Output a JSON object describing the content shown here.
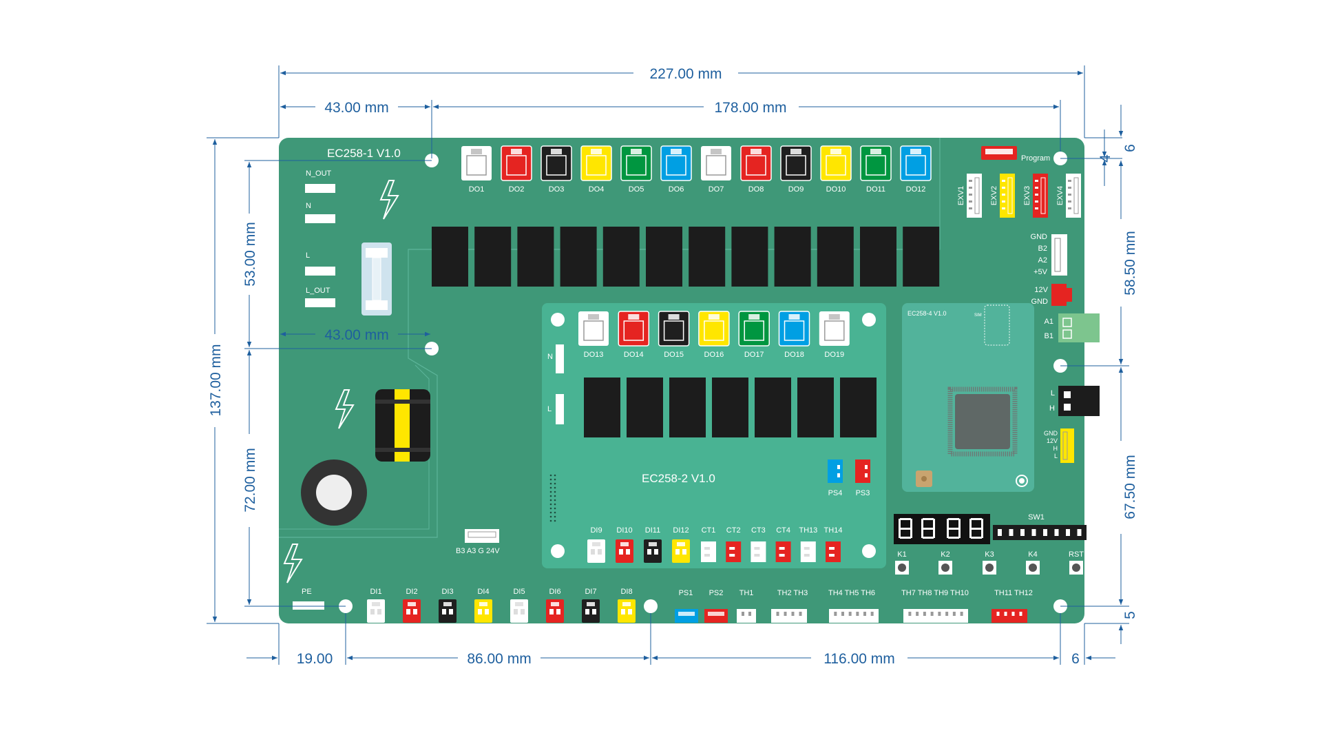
{
  "dimensions": {
    "overall_width": "227.00 mm",
    "left_section": "43.00 mm",
    "right_section": "178.00 mm",
    "upper_height": "53.00 mm",
    "inner_width": "43.00 mm",
    "lower_height": "72.00 mm",
    "overall_height": "137.00 mm",
    "right_upper": "58.50 mm",
    "right_lower": "67.50 mm",
    "right_top": "6",
    "right_hole": "4",
    "right_bottom": "5",
    "bottom_left": "19.00",
    "bottom_mid": "86.00 mm",
    "bottom_right": "116.00 mm",
    "bottom_edge": "6"
  },
  "boards": {
    "main": "EC258-1 V1.0",
    "relay": "EC258-2 V1.0",
    "comm": "EC258-4 V1.0",
    "sim": "SIM"
  },
  "do_top": [
    {
      "label": "DO1",
      "color": "#ffffff"
    },
    {
      "label": "DO2",
      "color": "#e52421"
    },
    {
      "label": "DO3",
      "color": "#1f1f1f"
    },
    {
      "label": "DO4",
      "color": "#ffe600"
    },
    {
      "label": "DO5",
      "color": "#009640"
    },
    {
      "label": "DO6",
      "color": "#009fe3"
    },
    {
      "label": "DO7",
      "color": "#ffffff"
    },
    {
      "label": "DO8",
      "color": "#e52421"
    },
    {
      "label": "DO9",
      "color": "#1f1f1f"
    },
    {
      "label": "DO10",
      "color": "#ffe600"
    },
    {
      "label": "DO11",
      "color": "#009640"
    },
    {
      "label": "DO12",
      "color": "#009fe3"
    }
  ],
  "do_sub": [
    {
      "label": "DO13",
      "color": "#ffffff"
    },
    {
      "label": "DO14",
      "color": "#e52421"
    },
    {
      "label": "DO15",
      "color": "#1f1f1f"
    },
    {
      "label": "DO16",
      "color": "#ffe600"
    },
    {
      "label": "DO17",
      "color": "#009640"
    },
    {
      "label": "DO18",
      "color": "#009fe3"
    },
    {
      "label": "DO19",
      "color": "#ffffff"
    }
  ],
  "power_labels": {
    "n_out": "N_OUT",
    "n": "N",
    "l": "L",
    "l_out": "L_OUT",
    "pe": "PE",
    "sub_n": "N",
    "sub_l": "L"
  },
  "exv": [
    {
      "label": "EXV1",
      "color": "#ffffff"
    },
    {
      "label": "EXV2",
      "color": "#ffe600"
    },
    {
      "label": "EXV3",
      "color": "#e52421"
    },
    {
      "label": "EXV4",
      "color": "#ffffff"
    }
  ],
  "program": "Program",
  "rs485": {
    "l1": "GND",
    "l2": "B2",
    "l3": "A2",
    "l4": "+5V"
  },
  "pwr12": {
    "l1": "12V",
    "l2": "GND"
  },
  "ab": {
    "l1": "A1",
    "l2": "B1"
  },
  "lh": {
    "l1": "L",
    "l2": "H"
  },
  "can": {
    "l1": "GND",
    "l2": "12V",
    "l3": "H",
    "l4": "L"
  },
  "b3a3": "B3  A3   G  24V",
  "sub_di": [
    {
      "label": "DI9",
      "color": "#ffffff"
    },
    {
      "label": "DI10",
      "color": "#e52421"
    },
    {
      "label": "DI11",
      "color": "#1f1f1f"
    },
    {
      "label": "DI12",
      "color": "#ffe600"
    }
  ],
  "sub_ct": [
    {
      "label": "CT1",
      "color": "#ffffff"
    },
    {
      "label": "CT2",
      "color": "#e52421"
    },
    {
      "label": "CT3",
      "color": "#ffffff"
    },
    {
      "label": "CT4",
      "color": "#e52421"
    },
    {
      "label": "TH13",
      "color": "#ffffff"
    },
    {
      "label": "TH14",
      "color": "#e52421"
    }
  ],
  "ps_sub": [
    {
      "label": "PS4",
      "color": "#009fe3"
    },
    {
      "label": "PS3",
      "color": "#e52421"
    }
  ],
  "di_bottom": [
    {
      "label": "DI1",
      "color": "#ffffff"
    },
    {
      "label": "DI2",
      "color": "#e52421"
    },
    {
      "label": "DI3",
      "color": "#1f1f1f"
    },
    {
      "label": "DI4",
      "color": "#ffe600"
    },
    {
      "label": "DI5",
      "color": "#ffffff"
    },
    {
      "label": "DI6",
      "color": "#e52421"
    },
    {
      "label": "DI7",
      "color": "#1f1f1f"
    },
    {
      "label": "DI8",
      "color": "#ffe600"
    }
  ],
  "bottom_conn": {
    "ps1": "PS1",
    "ps2": "PS2",
    "th1": "TH1",
    "th2": "TH2  TH3",
    "th4": "TH4  TH5  TH6",
    "th7": "TH7  TH8  TH9 TH10",
    "th11": "TH11  TH12"
  },
  "display_digits": "8888",
  "sw1": "SW1",
  "keys": [
    "K1",
    "K2",
    "K3",
    "K4",
    "RST"
  ],
  "colors": {
    "board": "#3f9878",
    "board_dark": "#357f66",
    "sub_board": "#49b393",
    "comm_board": "#52b39b",
    "dim_line": "#1e5f9e",
    "relay": "#1c1c1c"
  }
}
